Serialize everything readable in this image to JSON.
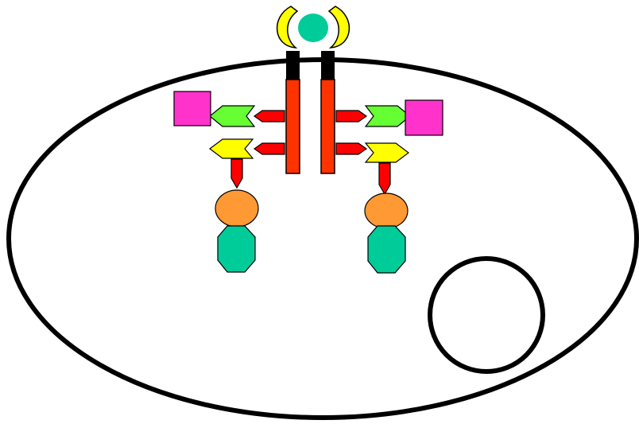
{
  "colors": {
    "background": "#ffffff",
    "outline": "#000000",
    "receptor_body": "#ff3300",
    "receptor_cap": "#000000",
    "ligand": "#00cc99",
    "binding_cups": "#ffff00",
    "phospho_arrows": "#ff0000",
    "adaptor_green": "#66ff33",
    "adaptor_yellow": "#ffff00",
    "effector_magenta": "#ff33cc",
    "orange_protein": "#ff9933",
    "teal_protein": "#00cc99"
  },
  "icons": {
    "cell": "cell-membrane-ellipse",
    "nucleus": "nucleus-circle",
    "ligand": "ligand-oval",
    "receptor": "receptor-dimer",
    "adaptors": "chevron-arrow-shapes",
    "effectors": "square-shapes",
    "downstream": "oval-and-octagon-shapes"
  }
}
